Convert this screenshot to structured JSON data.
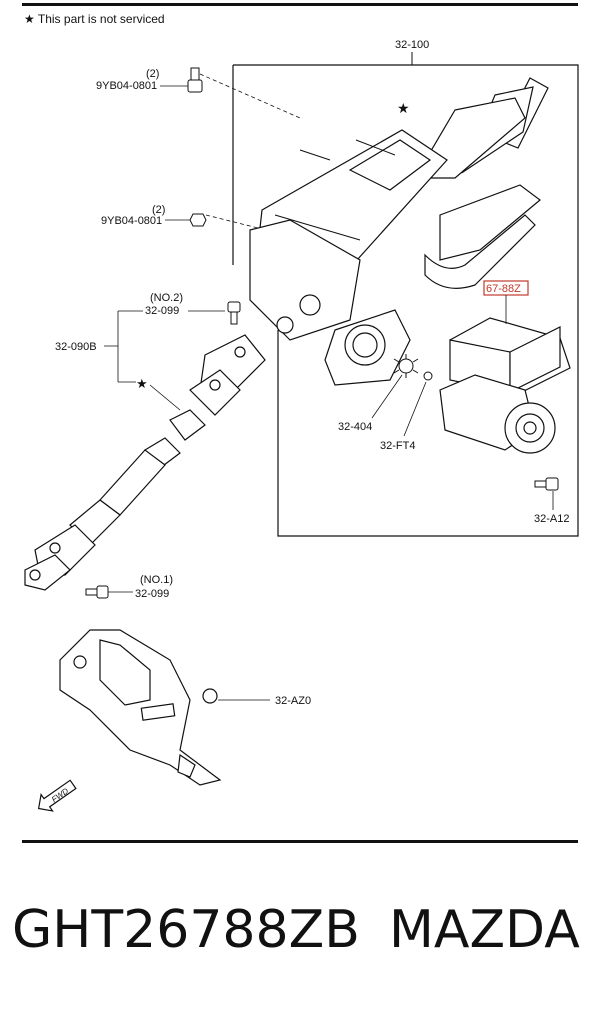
{
  "note": {
    "symbol": "★",
    "text": "This part is not serviced"
  },
  "labels": {
    "assembly": "32-100",
    "bolt_qty_top": "(2)",
    "bolt_top": "9YB04-0801",
    "bolt_qty_mid": "(2)",
    "bolt_mid": "9YB04-0801",
    "no2": "(NO.2)",
    "bolt_099_top": "32-099",
    "shaft": "32-090B",
    "highlight_part": "67-88Z",
    "p404": "32-404",
    "ft4": "32-FT4",
    "a12": "32-A12",
    "no1": "(NO.1)",
    "bolt_099_bottom": "32-099",
    "az0": "32-AZ0",
    "fwd": "FWD"
  },
  "colors": {
    "highlight": "#c0392b",
    "line": "#111111"
  },
  "footer": {
    "part_number": "GHT26788ZB",
    "brand": "MAZDA"
  }
}
